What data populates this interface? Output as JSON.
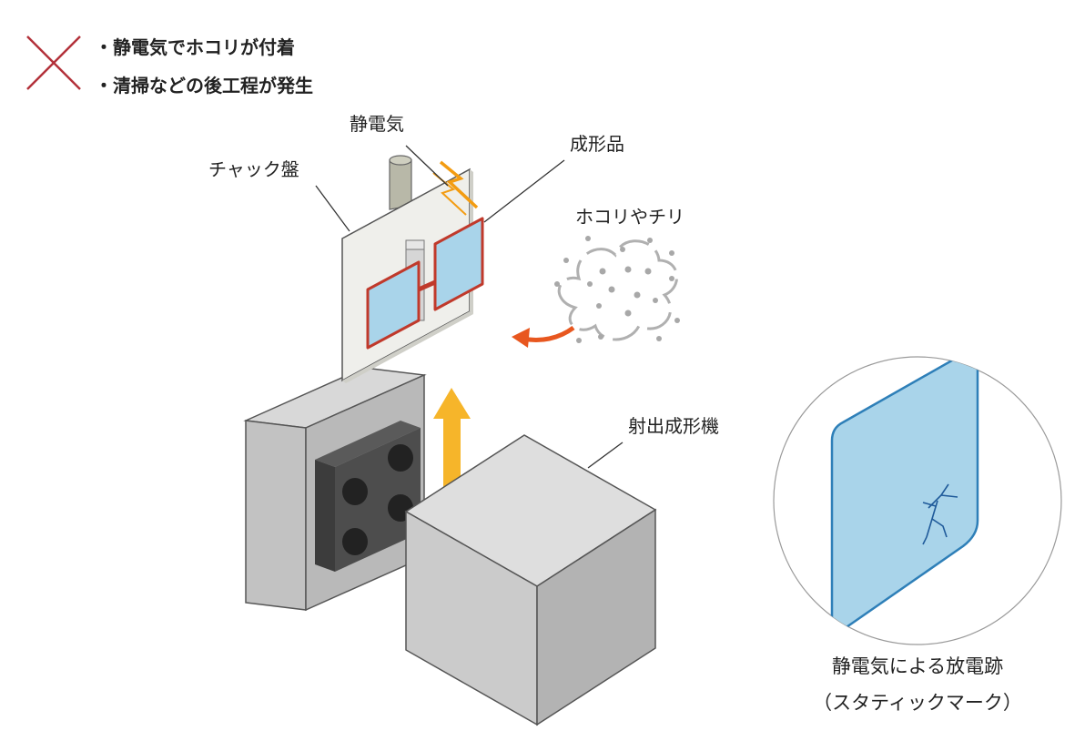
{
  "warnings": {
    "items": [
      "・静電気でホコリが付着",
      "・清掃などの後工程が発生"
    ],
    "mark_icon": "cross-icon",
    "mark_color": "#b3313a"
  },
  "labels": {
    "static": "静電気",
    "chuck": "チャック盤",
    "molded": "成形品",
    "dust": "ホコリやチリ",
    "machine": "射出成形機"
  },
  "inset_caption": {
    "line1": "静電気による放電跡",
    "line2": "（スタティックマーク）"
  },
  "colors": {
    "part_fill": "#a9d4ea",
    "part_edge": "#c0392b",
    "spark": "#f39c12",
    "dust_arrow": "#e8571f",
    "up_arrow": "#f6b52a",
    "inset_edge": "#2e7fb8"
  }
}
